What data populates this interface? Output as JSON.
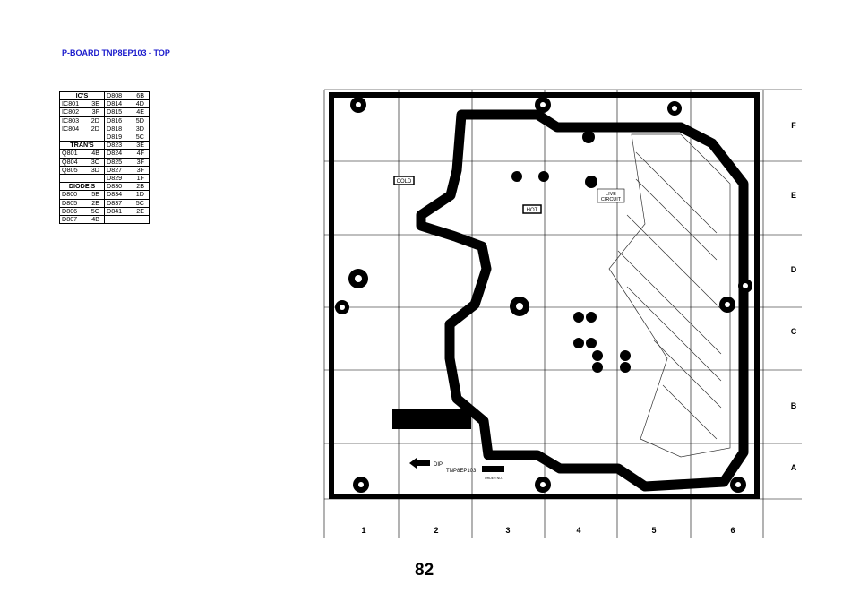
{
  "title": "P-BOARD TNP8EP103 - TOP",
  "table": {
    "left": [
      {
        "h": "IC'S"
      },
      {
        "n": "IC801",
        "c": "3E"
      },
      {
        "n": "IC802",
        "c": "3F"
      },
      {
        "n": "IC803",
        "c": "2D"
      },
      {
        "n": "IC804",
        "c": "2D"
      },
      {
        "n": "",
        "c": ""
      },
      {
        "h": "TRAN'S"
      },
      {
        "n": "Q801",
        "c": "4B"
      },
      {
        "n": "Q804",
        "c": "3C"
      },
      {
        "n": "Q805",
        "c": "3D"
      },
      {
        "n": "",
        "c": ""
      },
      {
        "h": "DIODE'S"
      },
      {
        "n": "D800",
        "c": "5E"
      },
      {
        "n": "D805",
        "c": "2E"
      },
      {
        "n": "D806",
        "c": "5C"
      },
      {
        "n": "D807",
        "c": "4B"
      }
    ],
    "right": [
      {
        "n": "D808",
        "c": "6B"
      },
      {
        "n": "D814",
        "c": "4D"
      },
      {
        "n": "D815",
        "c": "4E"
      },
      {
        "n": "D816",
        "c": "5D"
      },
      {
        "n": "D818",
        "c": "3D"
      },
      {
        "n": "D819",
        "c": "5C"
      },
      {
        "n": "D823",
        "c": "3E"
      },
      {
        "n": "D824",
        "c": "4F"
      },
      {
        "n": "D825",
        "c": "3F"
      },
      {
        "n": "D827",
        "c": "3F"
      },
      {
        "n": "D829",
        "c": "1F"
      },
      {
        "n": "D830",
        "c": "2B"
      },
      {
        "n": "D834",
        "c": "1D"
      },
      {
        "n": "D837",
        "c": "5C"
      },
      {
        "n": "D841",
        "c": "2E"
      },
      {
        "n": "",
        "c": ""
      }
    ]
  },
  "board": {
    "cold": "COLD",
    "hot": "HOT",
    "live1": "LIVE",
    "live2": "CIRCUIT",
    "dip": "DIP",
    "part": "TNP8EP103",
    "order": "ORDER NO."
  },
  "rows": [
    "F",
    "E",
    "D",
    "C",
    "B",
    "A"
  ],
  "cols": [
    "1",
    "2",
    "3",
    "4",
    "5",
    "6"
  ],
  "page_number": "82"
}
